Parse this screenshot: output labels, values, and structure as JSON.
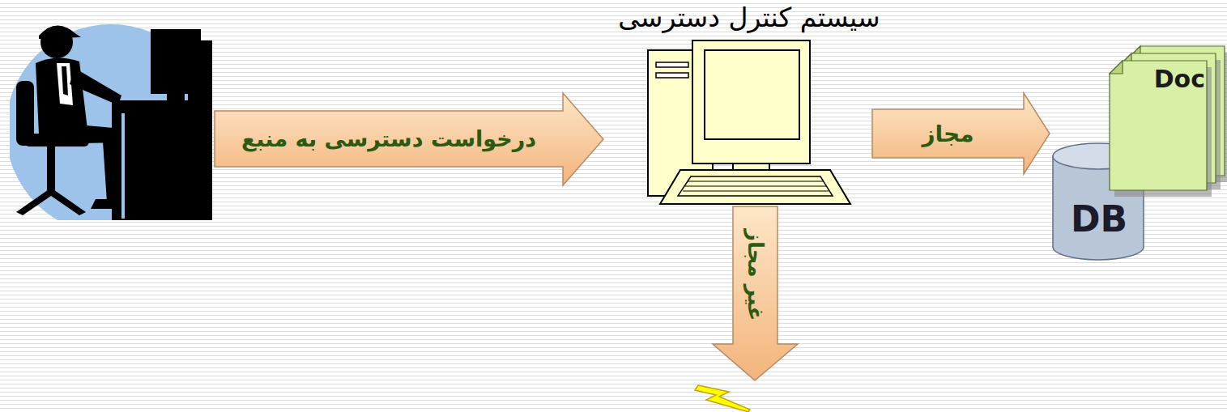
{
  "diagram": {
    "nodes": [
      {
        "text": [
          "سیستم کنترل دسترسی"
        ]
      },
      {
        "text": [
          "Doc"
        ]
      },
      {
        "text": [
          "DB"
        ]
      }
    ],
    "edges": [
      {
        "from": 0,
        "to": 2,
        "label": "مجاز",
        "arrow": "to"
      }
    ],
    "labels": [
      "درخواست دسترسی به منبع",
      "غیر مجاز"
    ]
  }
}
